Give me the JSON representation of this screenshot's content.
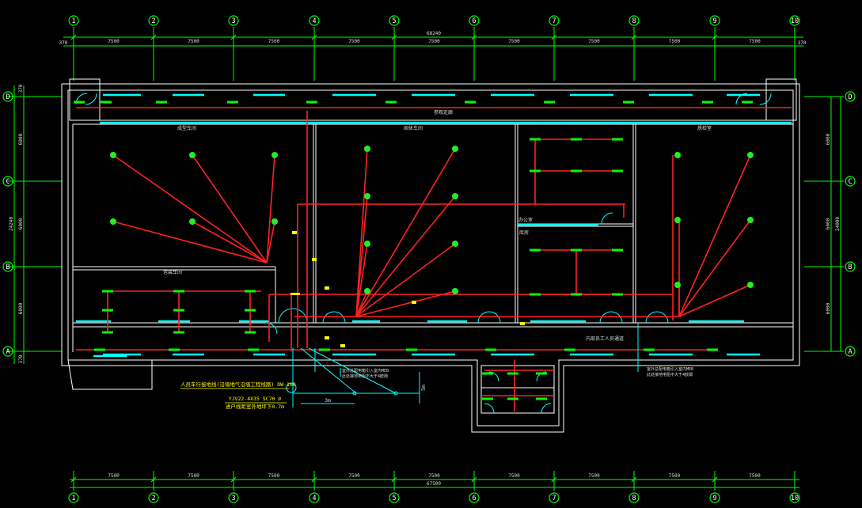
{
  "colors": {
    "background": "#000000",
    "wall": "#ffffff",
    "dimension": "#00ff00",
    "window": "#00ffff",
    "wiring": "#ff0000",
    "luminaire": "#00ff00",
    "note": "#ffff00",
    "lamp_dot": "#22ee22"
  },
  "grid": {
    "columns": [
      "1",
      "2",
      "3",
      "4",
      "5",
      "6",
      "7",
      "8",
      "9",
      "10"
    ],
    "rows": [
      "D",
      "C",
      "B",
      "A"
    ]
  },
  "dimensions": {
    "top_total": "68240",
    "top_edge": "370",
    "top_spans": [
      "7500",
      "7500",
      "7500",
      "7500",
      "7500",
      "7500",
      "7500",
      "7500",
      "7500"
    ],
    "bottom_total": "67500",
    "bottom_spans": [
      "7500",
      "7500",
      "7500",
      "7500",
      "7500",
      "7500",
      "7500",
      "7500",
      "7500"
    ],
    "left_total": "24240",
    "left_total_2": "6000",
    "left_spans": [
      "6000",
      "6000",
      "6000"
    ],
    "left_edge": "370",
    "right_total": "24000",
    "right_spans": [
      "6000",
      "6000",
      "6000"
    ]
  },
  "rooms": {
    "corridor_top": "参观走廊",
    "room_1": "成型车间",
    "room_2": "固体车间",
    "room_3": "质检室",
    "room_4": "办公室",
    "room_5": "库房",
    "room_6": "包装车间",
    "room_7": "内部员工人员通道"
  },
  "notes": {
    "entry_label": "人员车行接地线(沿墙地气沿墙工程线路) DW-100",
    "cable_spec": "YJV22-4X35 SC70 ∅",
    "cable_note": "进户线距室外地坪下0.7m",
    "distance_3m": "3m",
    "distance_5m": "5m",
    "panel_note_1a": "室外总配电箱引入室内MEB",
    "panel_note_1b": "此处接地电阻不大于4欧姆",
    "panel_note_2a": "室外总配电箱引入室内MEB",
    "panel_note_2b": "此处接地电阻不大于4欧姆"
  }
}
